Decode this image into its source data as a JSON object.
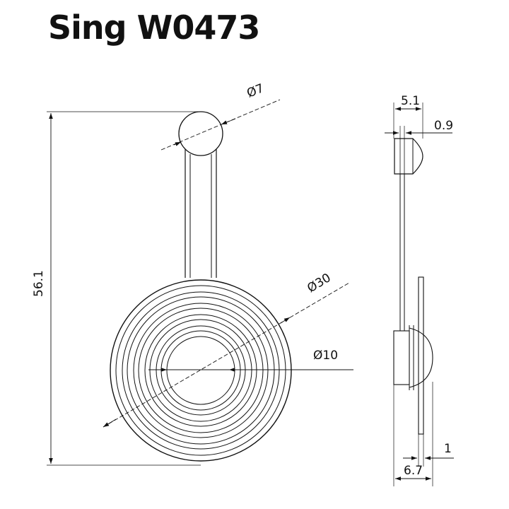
{
  "title": "Sing W0473",
  "dimensions": {
    "top_circle_diameter": "Ø7",
    "large_diameter": "Ø30",
    "inner_diameter": "Ø10",
    "overall_height": "56.1",
    "side_top_width": "5.1",
    "side_top_offset": "0.9",
    "side_bottom_width": "6.7",
    "side_bottom_offset": "1"
  },
  "colors": {
    "line": "#111111",
    "background": "#ffffff"
  }
}
